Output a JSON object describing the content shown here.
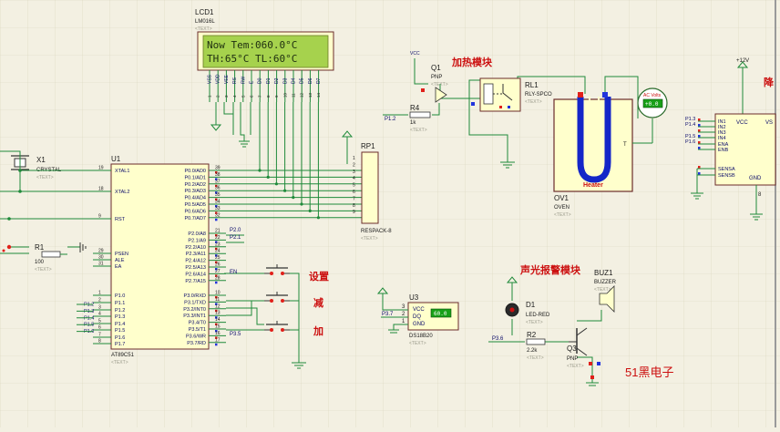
{
  "lcd": {
    "ref": "LCD1",
    "model": "LM016L",
    "line1": "Now Tem:060.0°C",
    "line2": "TH:65°C   TL:60°C",
    "pins": [
      "VSS",
      "VDD",
      "VEE",
      "RS",
      "RW",
      "E",
      "D0",
      "D1",
      "D2",
      "D3",
      "D4",
      "D5",
      "D6",
      "D7"
    ],
    "pin_numbers": [
      "1",
      "2",
      "3",
      "4",
      "5",
      "6",
      "7",
      "8",
      "9",
      "10",
      "11",
      "12",
      "13",
      "14"
    ]
  },
  "mcu": {
    "ref": "U1",
    "model": "AT89C51",
    "left_pins": [
      {
        "n": "19",
        "name": "XTAL1"
      },
      {
        "n": "18",
        "name": "XTAL2"
      },
      {
        "n": "9",
        "name": "RST"
      },
      {
        "n": "29",
        "name": "PSEN"
      },
      {
        "n": "30",
        "name": "ALE"
      },
      {
        "n": "31",
        "name": "EA"
      },
      {
        "n": "1",
        "name": "P1.0"
      },
      {
        "n": "2",
        "name": "P1.1"
      },
      {
        "n": "3",
        "name": "P1.2"
      },
      {
        "n": "4",
        "name": "P1.3"
      },
      {
        "n": "5",
        "name": "P1.4"
      },
      {
        "n": "6",
        "name": "P1.5"
      },
      {
        "n": "7",
        "name": "P1.6"
      },
      {
        "n": "8",
        "name": "P1.7"
      }
    ],
    "right_pins": [
      {
        "n": "39",
        "name": "P0.0/AD0"
      },
      {
        "n": "38",
        "name": "P0.1/AD1"
      },
      {
        "n": "37",
        "name": "P0.2/AD2"
      },
      {
        "n": "36",
        "name": "P0.3/AD3"
      },
      {
        "n": "35",
        "name": "P0.4/AD4"
      },
      {
        "n": "34",
        "name": "P0.5/AD5"
      },
      {
        "n": "33",
        "name": "P0.6/AD6"
      },
      {
        "n": "32",
        "name": "P0.7/AD7"
      },
      {
        "n": "21",
        "name": "P2.0/A8"
      },
      {
        "n": "22",
        "name": "P2.1/A9"
      },
      {
        "n": "23",
        "name": "P2.2/A10"
      },
      {
        "n": "24",
        "name": "P2.3/A11"
      },
      {
        "n": "25",
        "name": "P2.4/A12"
      },
      {
        "n": "26",
        "name": "P2.5/A13"
      },
      {
        "n": "27",
        "name": "P2.6/A14"
      },
      {
        "n": "28",
        "name": "P2.7/A15"
      },
      {
        "n": "10",
        "name": "P3.0/RXD"
      },
      {
        "n": "11",
        "name": "P3.1/TXD"
      },
      {
        "n": "12",
        "name": "P3.2/INT0"
      },
      {
        "n": "13",
        "name": "P3.3/INT1"
      },
      {
        "n": "14",
        "name": "P3.4/T0"
      },
      {
        "n": "15",
        "name": "P3.5/T1"
      },
      {
        "n": "16",
        "name": "P3.6/WR"
      },
      {
        "n": "17",
        "name": "P3.7/RD"
      }
    ],
    "left_nets": [
      "P1.2",
      "P1.3",
      "P1.4",
      "P1.5",
      "P1.6"
    ],
    "right_nets": [
      "P2.0",
      "P2.1",
      "P3.5",
      "P3.6"
    ]
  },
  "crystal": {
    "ref": "X1",
    "model": "CRYSTAL"
  },
  "resistor_r1": {
    "ref": "R1",
    "value": "100"
  },
  "rpack": {
    "ref": "RP1",
    "model": "RESPACK-8",
    "pins": [
      "1",
      "2",
      "3",
      "4",
      "5",
      "6",
      "7",
      "8",
      "9"
    ]
  },
  "heater_driver": {
    "title": "加热模块",
    "transistor": {
      "ref": "Q1",
      "type": "PNP"
    },
    "vcc": "VCC",
    "r4": {
      "ref": "R4",
      "value": "1k"
    },
    "net": "P1.2",
    "relay": {
      "ref": "RL1",
      "model": "RLY-SPCO"
    }
  },
  "oven": {
    "ref": "OV1",
    "model": "OVEN",
    "label": "Heater",
    "terminal": "T",
    "meter_title": "AC Volts",
    "meter_value": "+0.0"
  },
  "driver_ic": {
    "supply": "+12V",
    "pins_left": [
      "IN1",
      "IN2",
      "IN3",
      "IN4",
      "ENA",
      "ENB",
      "SENSA",
      "SENSB"
    ],
    "pins_right": [
      "VCC",
      "VS",
      "GND"
    ],
    "nets": [
      "P1.3",
      "P1.4",
      "P1.5",
      "P1.6"
    ],
    "bottom_pin": "8",
    "title_fragment": "降"
  },
  "keys": {
    "labels": [
      "设置",
      "减",
      "加"
    ],
    "nets": [
      "EN",
      "P3.5"
    ]
  },
  "sensor": {
    "ref": "U3",
    "model": "DS18B20",
    "pins": [
      "VCC",
      "DQ",
      "GND"
    ],
    "pin_numbers": [
      "3",
      "2",
      "1"
    ],
    "reading": "60.0",
    "net": "P3.7"
  },
  "alarm": {
    "title": "声光报警模块",
    "led": {
      "ref": "D1",
      "model": "LED-RED"
    },
    "r2": {
      "ref": "R2",
      "value": "2.2k"
    },
    "net": "P3.6",
    "transistor": {
      "ref": "Q3",
      "type": "PNP"
    },
    "buzzer": {
      "ref": "BUZ1",
      "model": "BUZZER"
    }
  },
  "placeholder_text": "<TEXT>",
  "watermark": "51黑电子",
  "colors": {
    "background": "#f3f0e2",
    "wire": "#1f8a3a",
    "body_fill": "#ffffcc",
    "body_stroke": "#6b2b2b",
    "pin_text": "#0b0b6b",
    "label_text": "#1a1a1a",
    "title_red": "#cc1010",
    "lcd_bg": "#a6d24d",
    "lcd_text": "#1e2e10",
    "heater_blue": "#1426c8",
    "meter_green": "#18a018",
    "mark_red": "#e0201a",
    "mark_blue": "#2233dd",
    "grid": "#d9d4bd"
  }
}
